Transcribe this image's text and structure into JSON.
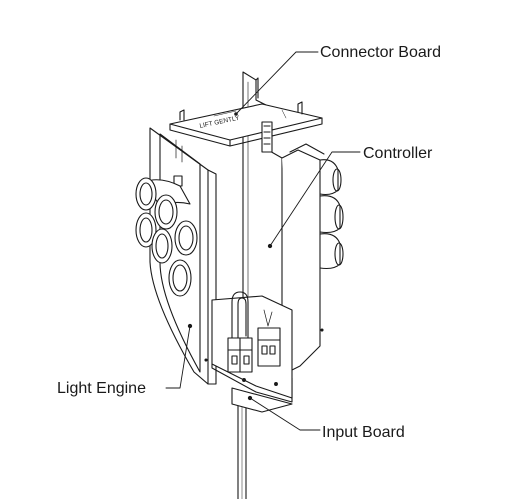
{
  "labels": {
    "connector_board": "Connector Board",
    "controller": "Controller",
    "light_engine": "Light Engine",
    "input_board": "Input Board"
  },
  "board_text": {
    "lift_gently": "LIFT GENTLY"
  },
  "colors": {
    "stroke": "#1a1a1a",
    "background": "#ffffff"
  }
}
